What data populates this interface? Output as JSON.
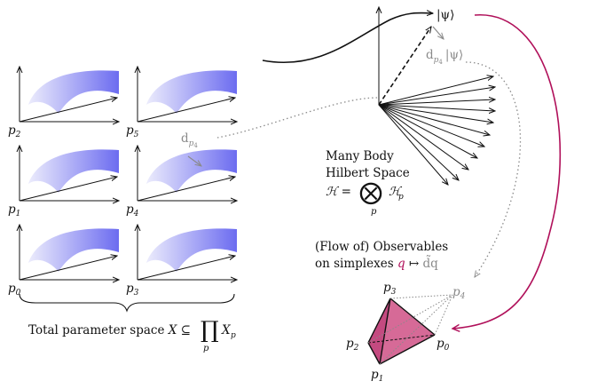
{
  "panels": [
    {
      "label": "p",
      "sub": "2"
    },
    {
      "label": "p",
      "sub": "5"
    },
    {
      "label": "p",
      "sub": "1"
    },
    {
      "label": "p",
      "sub": "4"
    },
    {
      "label": "p",
      "sub": "0"
    },
    {
      "label": "p",
      "sub": "3"
    }
  ],
  "param_space": {
    "caption": "Total parameter space X ⊆ ∏ X",
    "caption_prefix": "Total parameter space ",
    "caption_math": "X ⊆ ",
    "product_symbol": "∏",
    "product_index": "p",
    "factor": "X",
    "factor_sub": "p"
  },
  "differential_left": {
    "d": "d",
    "sub": "p",
    "subsub": "4"
  },
  "state": {
    "ket": "|ψ⟩",
    "differential": "d",
    "sub": "p",
    "subsub": "4",
    "ket_small": "|ψ⟩"
  },
  "hilbert": {
    "line1": "Many Body",
    "line2": "Hilbert Space",
    "formula_lhs": "ℋ = ",
    "otimes": "⨂",
    "otimes_index": "p",
    "formula_rhs": "ℋ",
    "formula_rhs_sub": "p"
  },
  "observables": {
    "line1": "(Flow of) Observables",
    "line2_prefix": "on simplexes ",
    "q": "q",
    "mapsto": " ↦ ",
    "dq": "d̃q"
  },
  "simplex": {
    "labels": [
      {
        "label": "p",
        "sub": "3"
      },
      {
        "label": "p",
        "sub": "4"
      },
      {
        "label": "p",
        "sub": "2"
      },
      {
        "label": "p",
        "sub": "0"
      },
      {
        "label": "p",
        "sub": "1"
      }
    ],
    "fill": "#d05a8c",
    "ghost_vertex_index": 1
  },
  "colors": {
    "surface_dark": "#6e6ef0",
    "surface_light": "#e6e6fb",
    "accent": "#b0105a",
    "gray": "#8a8a8a"
  }
}
